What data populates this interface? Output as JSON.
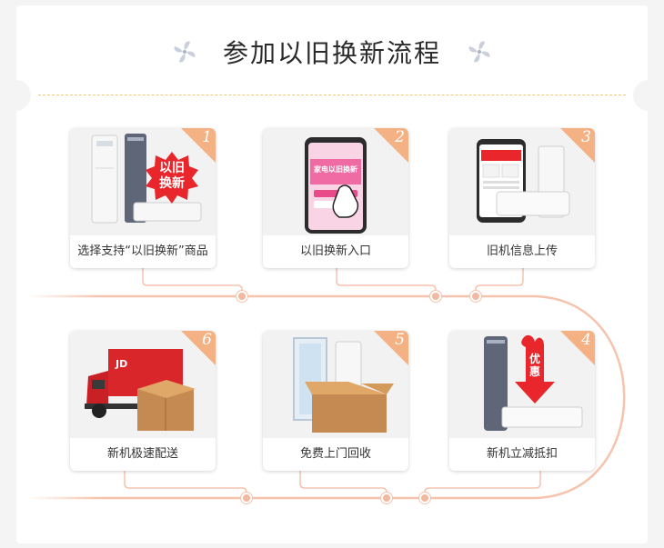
{
  "title": "参加以旧换新流程",
  "steps": [
    {
      "num": "1",
      "label": "选择支持“以旧换新”商品",
      "badge": [
        "以旧",
        "换新"
      ]
    },
    {
      "num": "2",
      "label": "以旧换新入口",
      "screen_banner": "家电以旧换新"
    },
    {
      "num": "3",
      "label": "旧机信息上传"
    },
    {
      "num": "4",
      "label": "新机立减抵扣",
      "badge": [
        "优",
        "惠"
      ]
    },
    {
      "num": "5",
      "label": "免费上门回收"
    },
    {
      "num": "6",
      "label": "新机极速配送",
      "truck_logo": "JD"
    }
  ],
  "colors": {
    "accent": "#f3b184",
    "line": "#f6c3ad",
    "badge": "#e8262b",
    "dash": "#f0c978"
  },
  "icons": [
    "pinwheel-icon-left",
    "pinwheel-icon-right"
  ]
}
